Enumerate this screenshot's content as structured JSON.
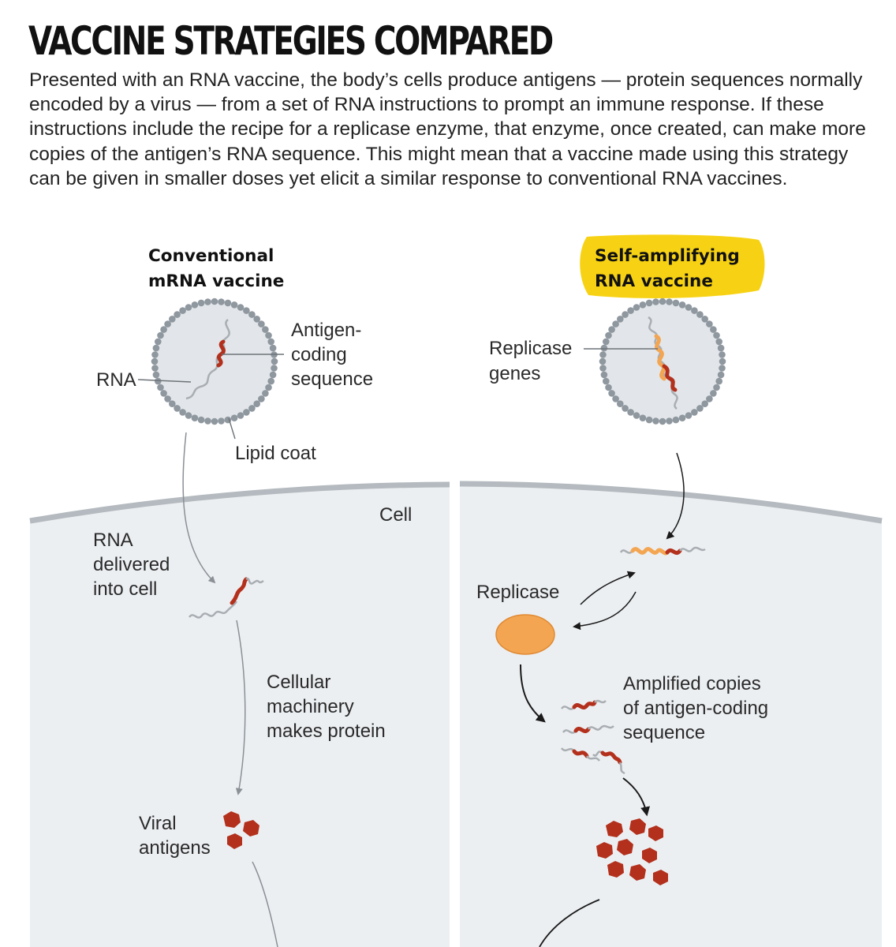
{
  "title": "VACCINE STRATEGIES COMPARED",
  "intro": "Presented with an RNA vaccine, the body’s cells produce antigens — protein sequences normally encoded by a virus — from a set of RNA instructions to prompt an immune response. If these instructions include the recipe for a replicase enzyme, that enzyme, once created, can make more copies of the antigen’s RNA sequence. This might mean that a vaccine made using this strategy can be given in smaller doses yet elicit a similar response to conventional RNA vaccines.",
  "left": {
    "heading": [
      "Conventional",
      "mRNA vaccine"
    ],
    "rna": "RNA",
    "antigen_coding": [
      "Antigen-",
      "coding",
      "sequence"
    ],
    "lipid_coat": "Lipid coat",
    "cell": "Cell",
    "delivered": [
      "RNA",
      "delivered",
      "into cell"
    ],
    "machinery": [
      "Cellular",
      "machinery",
      "makes protein"
    ],
    "viral_antigens": [
      "Viral",
      "antigens"
    ]
  },
  "right": {
    "heading": [
      "Self-amplifying",
      "RNA vaccine"
    ],
    "replicase_genes": [
      "Replicase",
      "genes"
    ],
    "replicase": "Replicase",
    "amplified": [
      "Amplified copies",
      "of antigen-coding",
      "sequence"
    ]
  },
  "colors": {
    "antigen_red": "#b3301c",
    "replicase_orange": "#f3a552",
    "highlight_yellow": "#f7d214",
    "cell_fill": "#eceff2",
    "lipid_dots": "#8f979f"
  }
}
